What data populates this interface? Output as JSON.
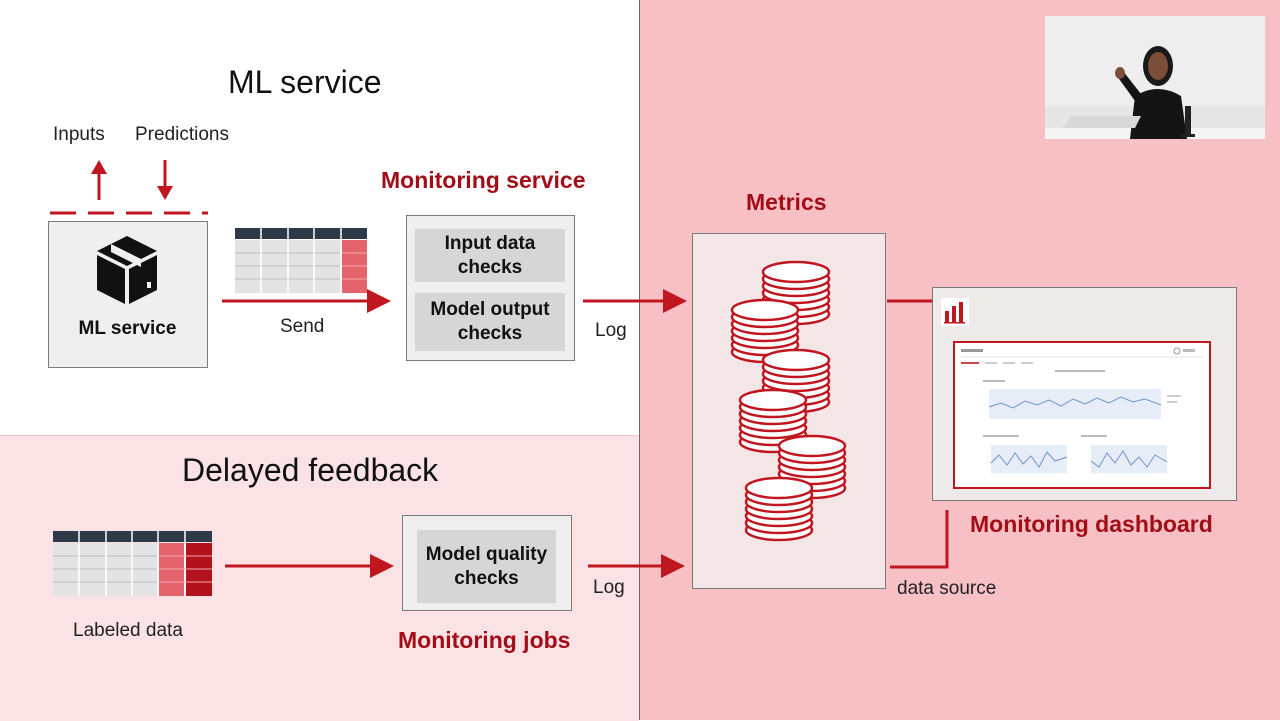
{
  "slide": {
    "ml_service_heading": "ML service",
    "inputs_label": "Inputs",
    "predictions_label": "Predictions",
    "ml_service_box_label": "ML service",
    "send_label": "Send",
    "monitoring_service_title": "Monitoring service",
    "input_data_checks": "Input data checks",
    "model_output_checks": "Model output checks",
    "log_top_label": "Log",
    "metrics_title": "Metrics",
    "monitoring_dashboard_title": "Monitoring dashboard",
    "data_source_label": "data source",
    "delayed_feedback_heading": "Delayed feedback",
    "labeled_data_label": "Labeled data",
    "model_quality_checks": "Model quality checks",
    "log_bottom_label": "Log",
    "monitoring_jobs_title": "Monitoring jobs"
  },
  "colors": {
    "accent_red": "#a30d17",
    "arrow_red": "#c0161f",
    "right_panel": "#f7c0c5",
    "bottom_panel": "#fbe3e5"
  },
  "icons": [
    "box-package-icon",
    "database-stack-icon",
    "bar-chart-icon",
    "up-arrow-icon",
    "down-arrow-icon"
  ]
}
